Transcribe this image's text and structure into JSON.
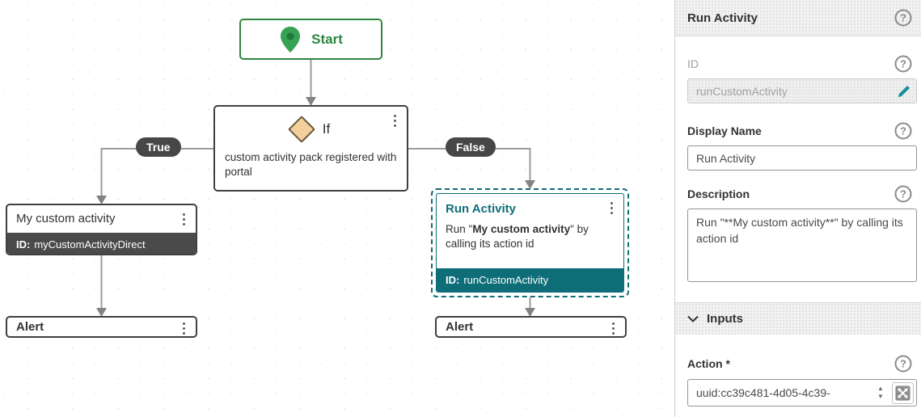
{
  "canvas": {
    "nodes": {
      "start": {
        "label": "Start"
      },
      "if": {
        "label": "If",
        "description": "custom activity pack registered with portal"
      },
      "my_custom_activity": {
        "title": "My custom activity",
        "id_label": "ID:",
        "id_value": "myCustomActivityDirect"
      },
      "run_activity": {
        "title": "Run Activity",
        "desc_prefix": "Run \"",
        "desc_bold": "My custom activity",
        "desc_suffix": "\" by calling its action id",
        "id_label": "ID:",
        "id_value": "runCustomActivity"
      },
      "alert_left": {
        "label": "Alert"
      },
      "alert_right": {
        "label": "Alert"
      }
    },
    "edge_labels": {
      "true": "True",
      "false": "False"
    }
  },
  "panel": {
    "title": "Run Activity",
    "id_field": {
      "label": "ID",
      "value": "runCustomActivity"
    },
    "display_name_field": {
      "label": "Display Name",
      "value": "Run Activity"
    },
    "description_field": {
      "label": "Description",
      "value": "Run \"**My custom activity**\" by calling its action id"
    },
    "inputs_section": {
      "label": "Inputs"
    },
    "action_field": {
      "label": "Action *",
      "value": "uuid:cc39c481-4d05-4c39-"
    }
  },
  "icons": {
    "help": "question-mark-circle",
    "edit": "teal-pencil",
    "kebab": "vertical-three-dots",
    "chevron": "chevron-down",
    "expand": "four-arrow-expand",
    "start_pin": "green-map-marker",
    "decision": "tan-diamond"
  },
  "colors": {
    "teal": "#0e6e78",
    "dark_gray": "#474747",
    "green": "#2e8540",
    "edge_gray": "#9b9b9b",
    "diamond_fill": "#f2cf9b"
  }
}
